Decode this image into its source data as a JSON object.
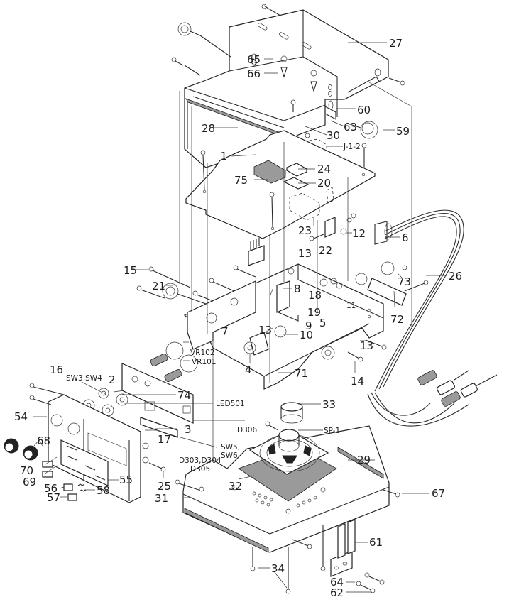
{
  "diagram": {
    "title": "Exploded view parts diagram",
    "colors": {
      "ink": "#222222",
      "paper": "#ffffff",
      "foam": "#9a9a9a"
    },
    "labels": [
      {
        "id": "27",
        "text": "27",
        "part": "top-cover"
      },
      {
        "id": "65",
        "text": "65",
        "part": "nut"
      },
      {
        "id": "66",
        "text": "66",
        "part": "rubber-foot"
      },
      {
        "id": "60",
        "text": "60",
        "part": "bracket-slot"
      },
      {
        "id": "63",
        "text": "63",
        "part": "washer"
      },
      {
        "id": "59",
        "text": "59",
        "part": "mounting-knob"
      },
      {
        "id": "28",
        "text": "28",
        "part": "foam-strip-top"
      },
      {
        "id": "30",
        "text": "30",
        "part": "cover-tab"
      },
      {
        "id": "j12",
        "text": "J-1-2",
        "part": "connector"
      },
      {
        "id": "1",
        "text": "1",
        "part": "main-pcb"
      },
      {
        "id": "24",
        "text": "24",
        "part": "shield-plate"
      },
      {
        "id": "75",
        "text": "75",
        "part": "foam-pad"
      },
      {
        "id": "20",
        "text": "20",
        "part": "shield-plate-2"
      },
      {
        "id": "23",
        "text": "23",
        "part": "shield-case"
      },
      {
        "id": "12",
        "text": "12",
        "part": "insulator"
      },
      {
        "id": "22",
        "text": "22",
        "part": "transistor-clip"
      },
      {
        "id": "13a",
        "text": "13",
        "part": "screw"
      },
      {
        "id": "6",
        "text": "6",
        "part": "power-cord-grommet"
      },
      {
        "id": "26",
        "text": "26",
        "part": "power-cord"
      },
      {
        "id": "15",
        "text": "15",
        "part": "screw"
      },
      {
        "id": "21",
        "text": "21",
        "part": "mic-connector"
      },
      {
        "id": "8",
        "text": "8",
        "part": "heat-sink"
      },
      {
        "id": "18",
        "text": "18",
        "part": "nut"
      },
      {
        "id": "19",
        "text": "19",
        "part": "washer"
      },
      {
        "id": "11",
        "text": "11",
        "part": "screw"
      },
      {
        "id": "73",
        "text": "73",
        "part": "screw"
      },
      {
        "id": "72",
        "text": "72",
        "part": "rear-plate"
      },
      {
        "id": "7",
        "text": "7",
        "part": "front-bracket"
      },
      {
        "id": "13b",
        "text": "13",
        "part": "screw"
      },
      {
        "id": "9",
        "text": "9",
        "part": "pcb-bracket"
      },
      {
        "id": "5",
        "text": "5",
        "part": "switch"
      },
      {
        "id": "10",
        "text": "10",
        "part": "antenna-clip"
      },
      {
        "id": "13c",
        "text": "13",
        "part": "screw"
      },
      {
        "id": "4",
        "text": "4",
        "part": "antenna-connector"
      },
      {
        "id": "14",
        "text": "14",
        "part": "screw"
      },
      {
        "id": "71",
        "text": "71",
        "part": "chassis"
      },
      {
        "id": "vr102",
        "text": "VR102",
        "part": "volume-control"
      },
      {
        "id": "vr101",
        "text": "VR101",
        "part": "squelch-control"
      },
      {
        "id": "sw34",
        "text": "SW3,SW4",
        "part": "switches"
      },
      {
        "id": "16",
        "text": "16",
        "part": "nut"
      },
      {
        "id": "2",
        "text": "2",
        "part": "washer"
      },
      {
        "id": "74",
        "text": "74",
        "part": "front-pcb"
      },
      {
        "id": "led501",
        "text": "LED501",
        "part": "led"
      },
      {
        "id": "54",
        "text": "54",
        "part": "front-panel"
      },
      {
        "id": "3",
        "text": "3",
        "part": "led-holder"
      },
      {
        "id": "d306",
        "text": "D306",
        "part": "diode"
      },
      {
        "id": "17",
        "text": "17",
        "part": "switch-bank"
      },
      {
        "id": "sw56",
        "text": "SW5,\nSW6",
        "part": "switches"
      },
      {
        "id": "68",
        "text": "68",
        "part": "knob"
      },
      {
        "id": "d303",
        "text": "D303,D304\nD305",
        "part": "diodes"
      },
      {
        "id": "70",
        "text": "70",
        "part": "button"
      },
      {
        "id": "69",
        "text": "69",
        "part": "button"
      },
      {
        "id": "55",
        "text": "55",
        "part": "face-plate"
      },
      {
        "id": "56",
        "text": "56",
        "part": "button-cap"
      },
      {
        "id": "58",
        "text": "58",
        "part": "spring"
      },
      {
        "id": "57",
        "text": "57",
        "part": "button-cap"
      },
      {
        "id": "25",
        "text": "25",
        "part": "screw"
      },
      {
        "id": "33",
        "text": "33",
        "part": "speaker-cap"
      },
      {
        "id": "sp1",
        "text": "SP-1",
        "part": "speaker"
      },
      {
        "id": "29",
        "text": "29",
        "part": "foam-strip-bottom"
      },
      {
        "id": "32",
        "text": "32",
        "part": "speaker-cloth"
      },
      {
        "id": "31",
        "text": "31",
        "part": "bottom-cover"
      },
      {
        "id": "67",
        "text": "67",
        "part": "screw"
      },
      {
        "id": "61",
        "text": "61",
        "part": "mounting-bracket"
      },
      {
        "id": "34",
        "text": "34",
        "part": "screws"
      },
      {
        "id": "64",
        "text": "64",
        "part": "washer"
      },
      {
        "id": "62",
        "text": "62",
        "part": "screw"
      }
    ]
  }
}
